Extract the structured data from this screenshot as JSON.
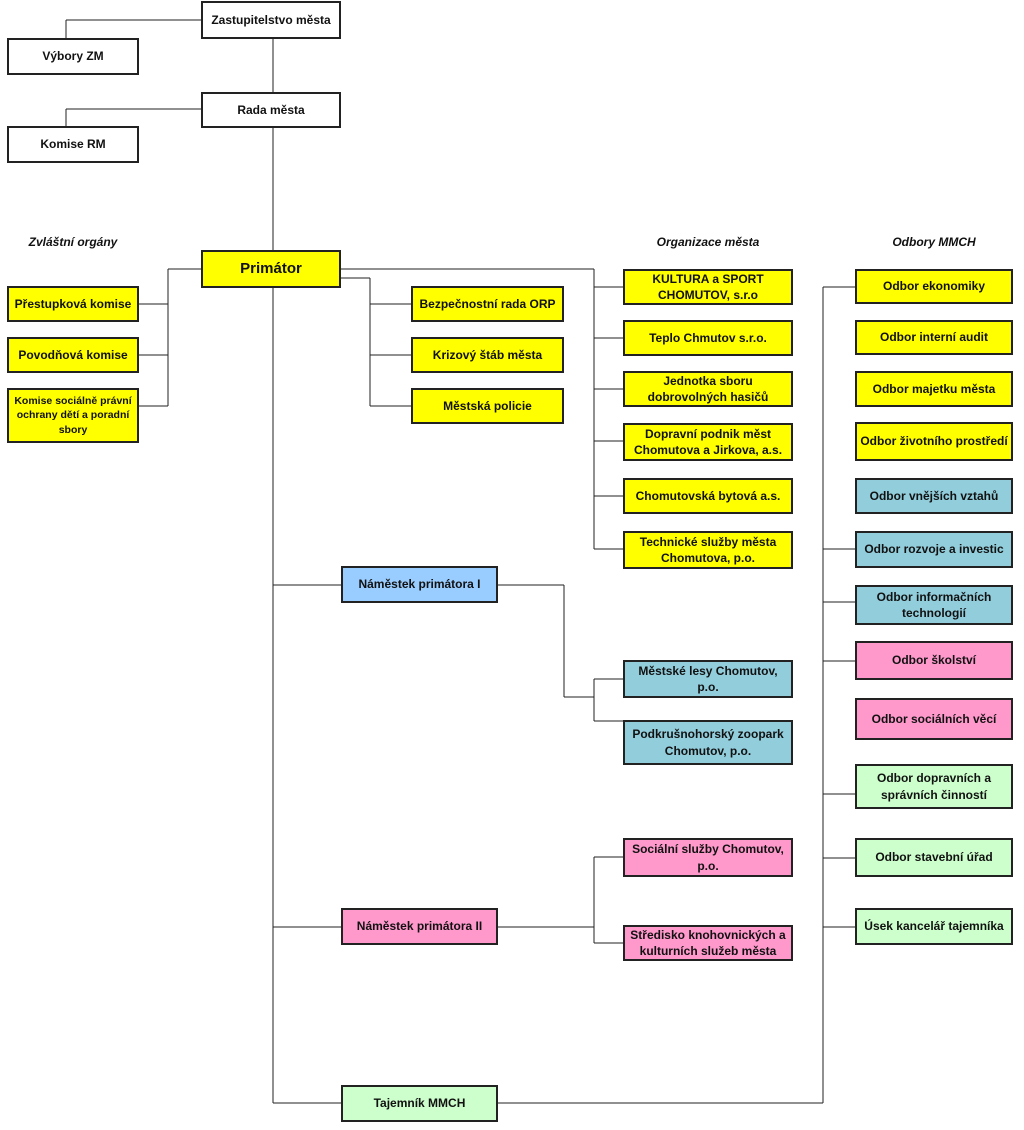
{
  "headings": {
    "special": "Zvláštní orgány",
    "organizations": "Organizace města",
    "departments": "Odbory MMCH"
  },
  "top": {
    "council": "Zastupitelstvo města",
    "council_committees": "Výbory ZM",
    "board": "Rada města",
    "board_commissions": "Komise RM",
    "mayor": "Primátor"
  },
  "special_bodies": [
    "Přestupková komise",
    "Povodňová komise",
    "Komise sociálně právní ochrany dětí a poradní sbory"
  ],
  "mayor_units": [
    "Bezpečnostní rada ORP",
    "Krizový štáb města",
    "Městská policie"
  ],
  "organizations_mayor": [
    "KULTURA a SPORT CHOMUTOV, s.r.o",
    "Teplo Chmutov s.r.o.",
    "Jednotka sboru dobrovolných hasičů",
    "Dopravní podnik měst Chomutova a Jirkova, a.s.",
    "Chomutovská bytová a.s.",
    "Technické služby města Chomutova, p.o."
  ],
  "deputy1": "Náměstek primátora I",
  "organizations_deputy1": [
    "Městské lesy Chomutov, p.o.",
    "Podkrušnohorský zoopark Chomutov, p.o."
  ],
  "deputy2": "Náměstek primátora II",
  "organizations_deputy2": [
    "Sociální služby Chomutov, p.o.",
    "Středisko knohovnických a kulturních služeb města"
  ],
  "secretary": "Tajemník MMCH",
  "departments": [
    "Odbor ekonomiky",
    "Odbor interní audit",
    "Odbor majetku města",
    "Odbor životního prostředí",
    "Odbor vnějších vztahů",
    "Odbor rozvoje a investic",
    "Odbor informačních technologií",
    "Odbor školství",
    "Odbor sociálních věcí",
    "Odbor dopravních a správních činností",
    "Odbor stavební úřad",
    "Úsek kancelář tajemníka"
  ],
  "colors": {
    "yellow": "#ffff00",
    "teal": "#92cddc",
    "blue": "#99ccff",
    "pink": "#ff99cc",
    "green": "#ccffcc",
    "white": "#ffffff"
  }
}
